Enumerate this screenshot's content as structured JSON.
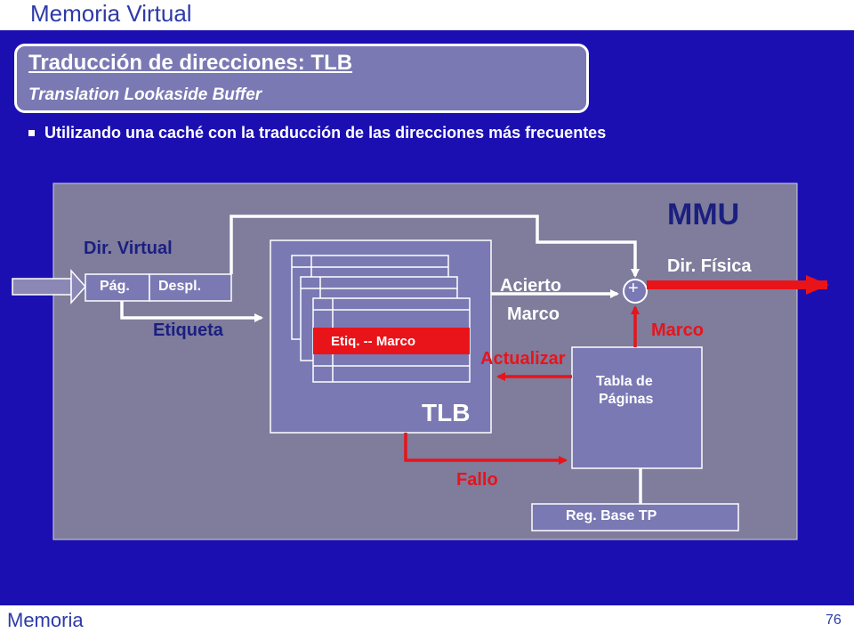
{
  "header": {
    "section_title": "Memoria Virtual"
  },
  "title": {
    "main": "Traducción de direcciones: TLB",
    "subtitle": "Translation Lookaside Buffer"
  },
  "bullet": "Utilizando una caché con la traducción de las direcciones más frecuentes",
  "diagram": {
    "mmu_label": "MMU",
    "dir_virtual": "Dir. Virtual",
    "pag": "Pág.",
    "despl": "Despl.",
    "etiqueta": "Etiqueta",
    "tlb_entry": "Etiq. -- Marco",
    "tlb_label": "TLB",
    "acierto": "Acierto",
    "marco_hit": "Marco",
    "dir_fisica": "Dir. Física",
    "plus": "+",
    "marco_pt": "Marco",
    "actualizar": "Actualizar",
    "tabla_line1": "Tabla de",
    "tabla_line2": "Páginas",
    "fallo": "Fallo",
    "reg_base": "Reg. Base TP"
  },
  "footer": {
    "left": "Memoria",
    "page_number": "76"
  },
  "colors": {
    "background": "#1b0fb2",
    "mmu_panel": "#7f7c9c",
    "accent_red": "#e8141a",
    "page_table_fill": "#7a79b4",
    "tlb_fill": "#7a79b4"
  }
}
